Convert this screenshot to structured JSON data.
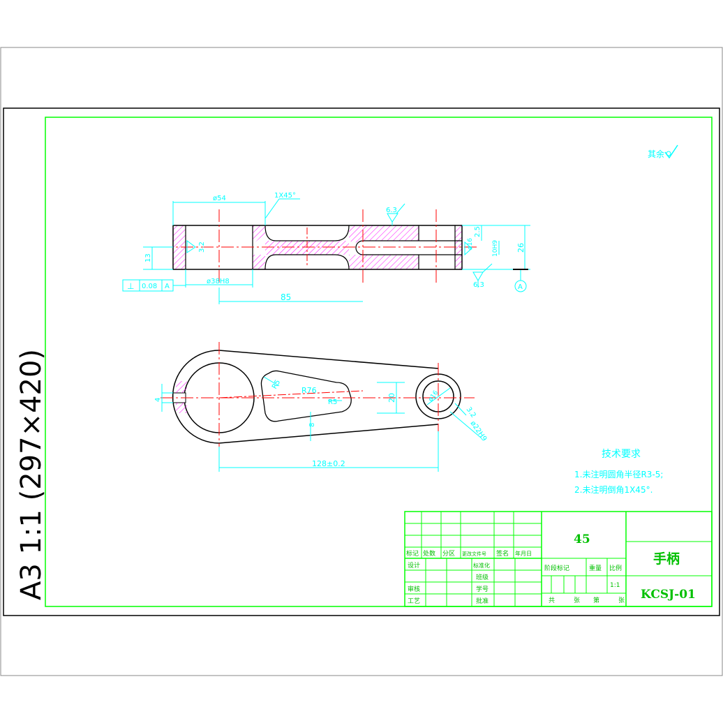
{
  "sheet": {
    "side_label": "A3 1:1 (297×420)",
    "surface_note": "其余"
  },
  "dims": {
    "d54": "ø54",
    "chamfer_note": "1X45°",
    "rough_63_top": "6.3",
    "rough_32_left": "3.2",
    "d13": "13",
    "d25": "2.5",
    "d16": "ø16",
    "d10": "10H9",
    "d26": "26",
    "flatness_sym": "⊥",
    "flatness_tol": "0.08",
    "datum_ref": "A",
    "d38": "ø38H8",
    "d85": "85",
    "rough_63_bot": "6.3",
    "datum_A": "A",
    "r5": "R5",
    "r76": "R76",
    "r5b": "R5",
    "d20": "20",
    "d8": "8",
    "d16b": "ø16",
    "rough_32_right": "3.2",
    "d22": "ø22H9",
    "d4": "4",
    "d128": "128±0.2"
  },
  "tech_req": {
    "title": "技术要求",
    "line1": "1.未注明圆角半径R3-5;",
    "line2": "2.未注明倒角1X45°."
  },
  "title_block": {
    "material": "45",
    "part_name": "手柄",
    "drawing_no": "KCSJ-01",
    "scale": "1:1",
    "h_mark": "标记",
    "h_count": "处数",
    "h_zone": "分区",
    "h_doc": "更改文件号",
    "h_sign": "签名",
    "h_date": "年月日",
    "h_design": "设计",
    "h_std": "标准化",
    "h_class": "班级",
    "h_review": "审核",
    "h_stuno": "学号",
    "h_process": "工艺",
    "h_approve": "批准",
    "h_stage": "阶段标记",
    "h_weight": "重量",
    "h_ratio": "比例",
    "h_total": "共",
    "h_sheet": "张",
    "h_no": "第",
    "h_sheet2": "张"
  },
  "colors": {
    "frame": "#000000",
    "border": "#00ff00",
    "outline": "#000000",
    "center": "#ff0000",
    "dim": "#00ffff",
    "hatch": "#ff00ff",
    "text_tb": "#00c000"
  }
}
